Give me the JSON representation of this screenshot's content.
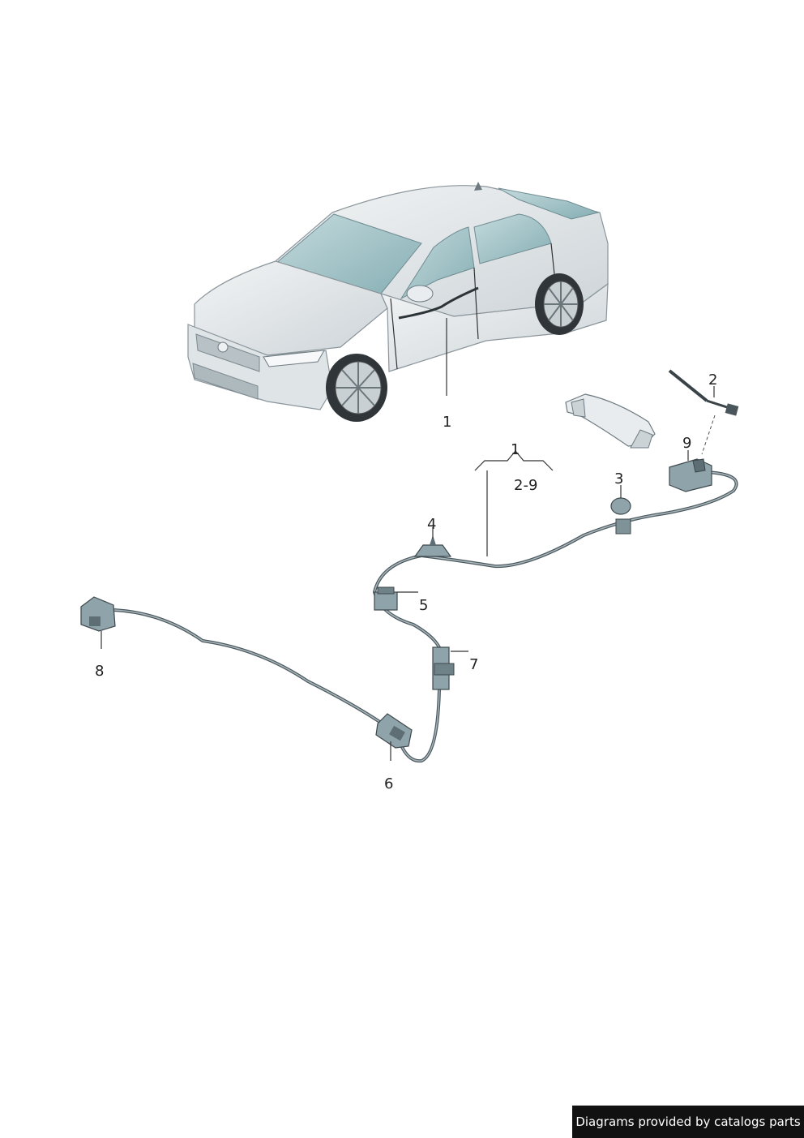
{
  "callouts": [
    {
      "id": "c1-car",
      "text": "1"
    },
    {
      "id": "c1-group",
      "text": "1"
    },
    {
      "id": "c2-9",
      "text": "2-9"
    },
    {
      "id": "c2",
      "text": "2"
    },
    {
      "id": "c3",
      "text": "3"
    },
    {
      "id": "c4",
      "text": "4"
    },
    {
      "id": "c5",
      "text": "5"
    },
    {
      "id": "c6",
      "text": "6"
    },
    {
      "id": "c7",
      "text": "7"
    },
    {
      "id": "c8",
      "text": "8"
    },
    {
      "id": "c9",
      "text": "9"
    }
  ],
  "credit": "Diagrams provided by catalogs parts",
  "colors": {
    "car_body": "#e6eaed",
    "glass": "#9fc3c7",
    "harness": "#5a6a70",
    "connector": "#8fa4aa"
  }
}
